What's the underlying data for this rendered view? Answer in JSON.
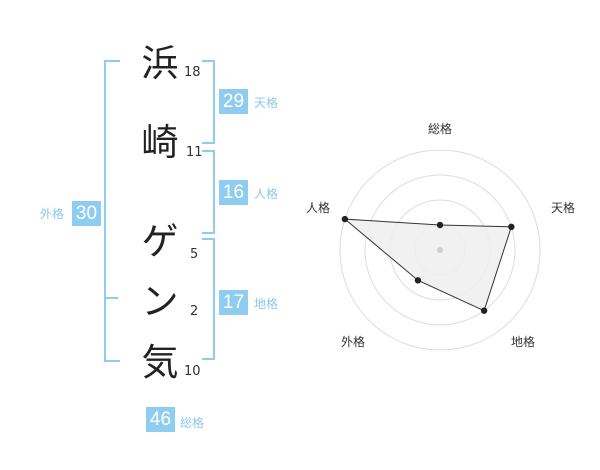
{
  "name": {
    "chars": [
      {
        "char": "浜",
        "strokes": "18"
      },
      {
        "char": "崎",
        "strokes": "11"
      },
      {
        "char": "ゲ",
        "strokes": "5"
      },
      {
        "char": "ン",
        "strokes": "2"
      },
      {
        "char": "気",
        "strokes": "10"
      }
    ]
  },
  "fortune": {
    "tenkaku": {
      "label": "天格",
      "value": "29"
    },
    "jinkaku": {
      "label": "人格",
      "value": "16"
    },
    "chikaku": {
      "label": "地格",
      "value": "17"
    },
    "gaikaku": {
      "label": "外格",
      "value": "30"
    },
    "soukaku": {
      "label": "総格",
      "value": "46"
    }
  },
  "radar": {
    "axes": [
      "総格",
      "天格",
      "地格",
      "外格",
      "人格"
    ],
    "levels": 4,
    "max": 4,
    "values": [
      1,
      3,
      3,
      1.5,
      4
    ],
    "colors": {
      "fill": "#efefef",
      "line": "#333333",
      "grid": "#dddddd",
      "dot": "#222222",
      "center": "#cccccc"
    }
  }
}
